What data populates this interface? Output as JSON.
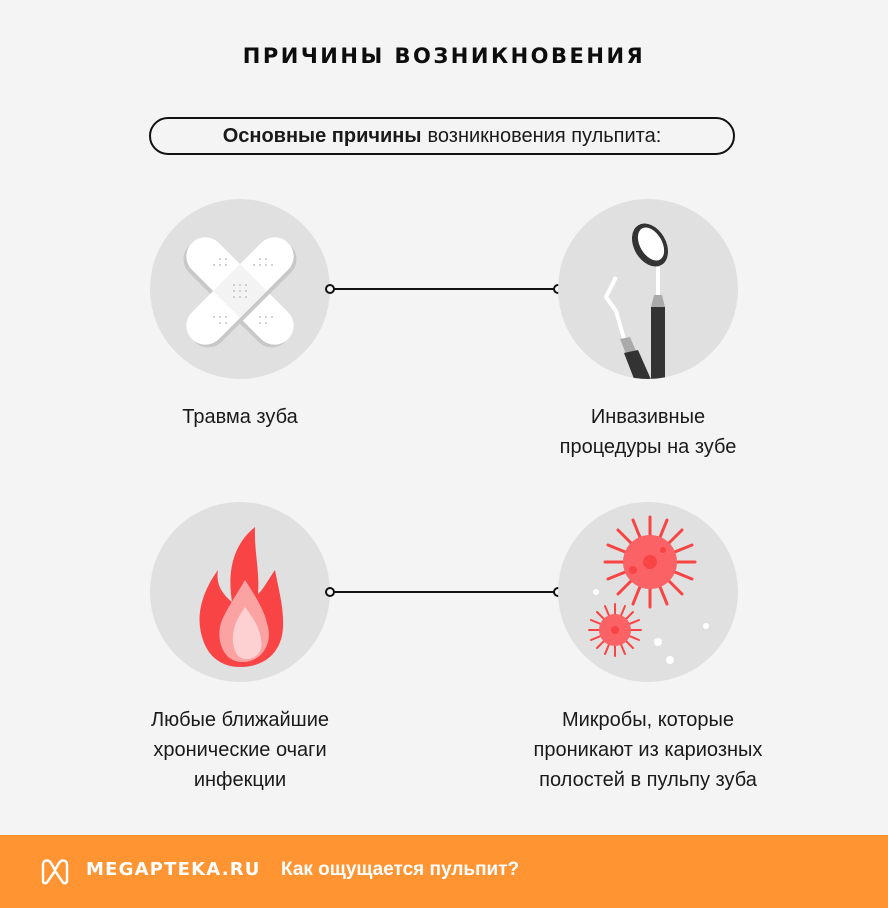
{
  "header": {
    "title": "ПРИЧИНЫ ВОЗНИКНОВЕНИЯ",
    "subtitle_bold": "Основные причины",
    "subtitle_rest": "возникновения пульпита:"
  },
  "causes": [
    {
      "icon": "bandage-icon",
      "label_lines": [
        "Травма зуба"
      ]
    },
    {
      "icon": "dental-tools-icon",
      "label_lines": [
        "Инвазивные",
        "процедуры на зубе"
      ]
    },
    {
      "icon": "fire-icon",
      "label_lines": [
        "Любые ближайшие",
        "хронические очаги",
        "инфекции"
      ]
    },
    {
      "icon": "microbes-icon",
      "label_lines": [
        "Микробы, которые",
        "проникают из кариозных",
        "полостей в пульпу зуба"
      ]
    }
  ],
  "footer": {
    "brand": "MEGAPTEKA.RU",
    "link": "Как ощущается пульпит?",
    "logo_icon": "megapteka-logo-icon",
    "background": "#ff9433"
  },
  "colors": {
    "page_bg": "#f4f4f4",
    "circle_bg": "#e0e0e0",
    "accent_red": "#f84445",
    "tool_dark": "#333333"
  }
}
